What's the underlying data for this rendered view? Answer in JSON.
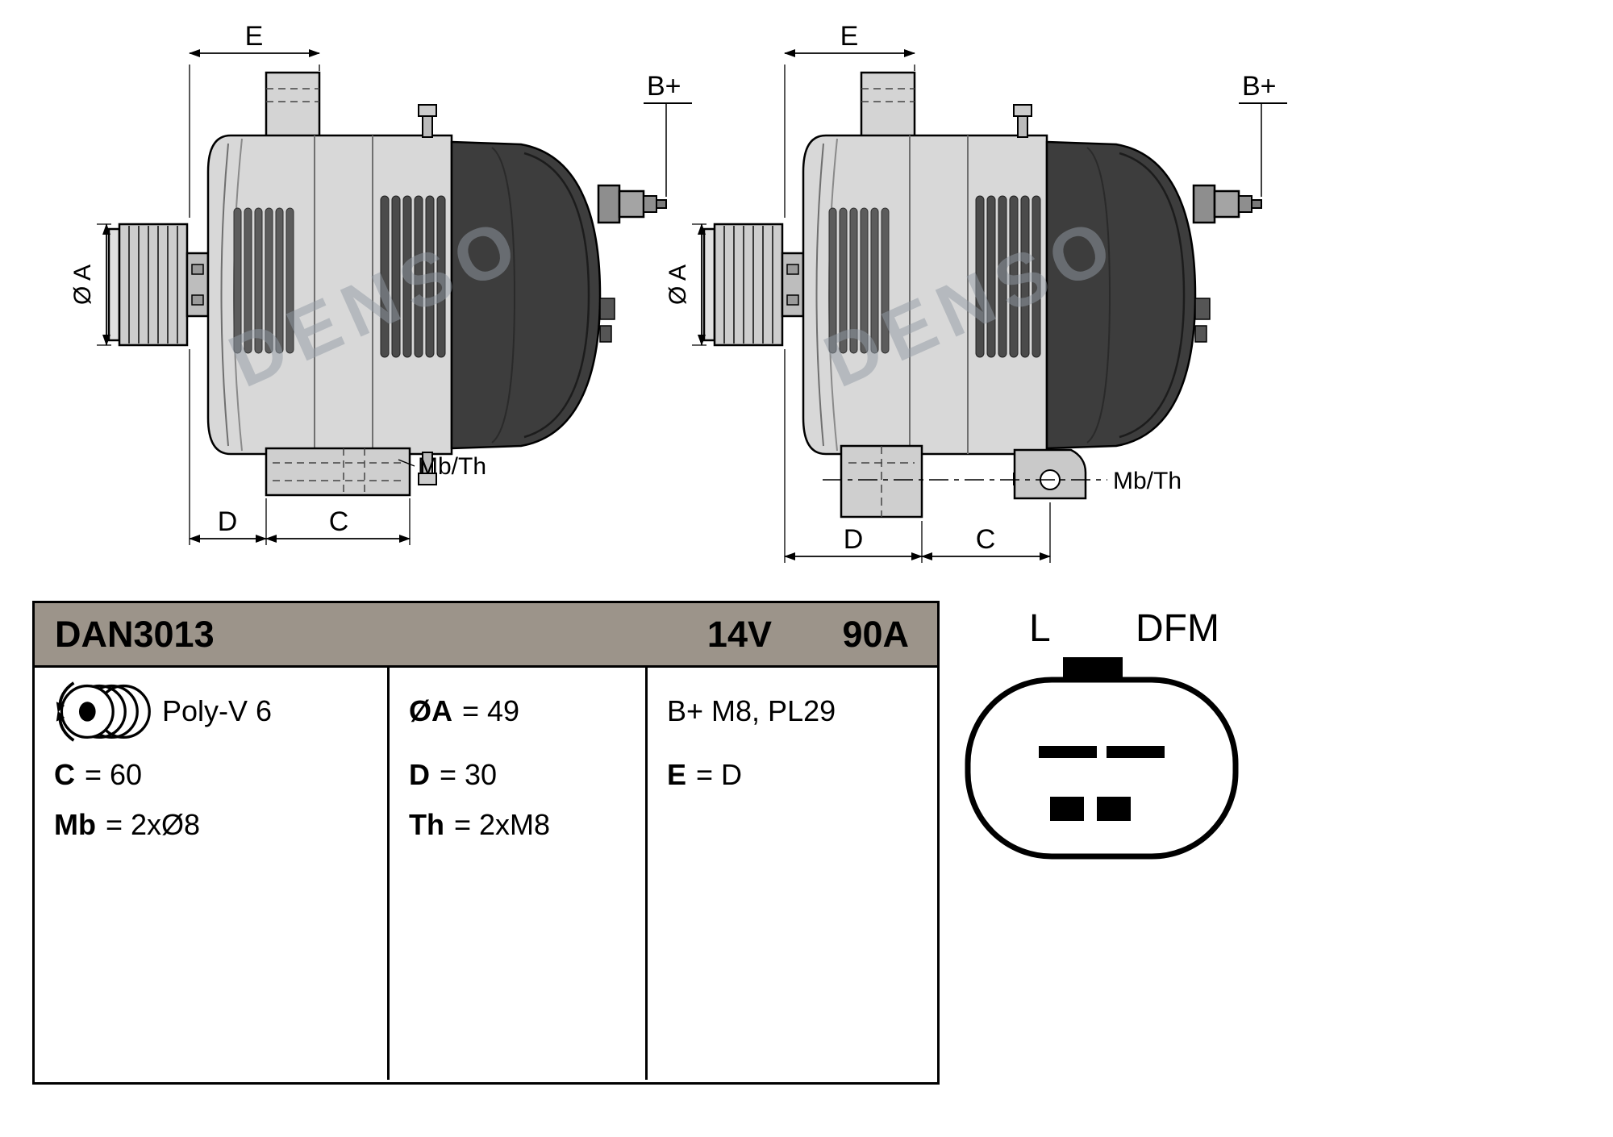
{
  "watermark": "DENSO",
  "labels": {
    "e": "E",
    "b_plus": "B+",
    "diameter_a": "Ø A",
    "mb_th": "Mb/Th",
    "d": "D",
    "c": "C"
  },
  "table": {
    "header": {
      "part_number": "DAN3013",
      "voltage": "14V",
      "current": "90A"
    },
    "col1": {
      "pulley_type": "Poly-V 6",
      "c_label": "C",
      "c_value": "= 60",
      "mb_label": "Mb",
      "mb_value": "= 2xØ8"
    },
    "col2": {
      "a_label": "ØA",
      "a_value": "= 49",
      "d_label": "D",
      "d_value": "= 30",
      "th_label": "Th",
      "th_value": "= 2xM8"
    },
    "col3": {
      "b_terminal": "B+ M8, PL29",
      "e_label": "E",
      "e_value": "= D"
    }
  },
  "connector": {
    "label_l": "L",
    "label_dfm": "DFM"
  },
  "colors": {
    "table_header_background": "#9C948A",
    "alternator_body_gray": "#D8D8D8",
    "rear_cover_gray": "#3D3D3D",
    "watermark_gray": "#939CA6"
  }
}
